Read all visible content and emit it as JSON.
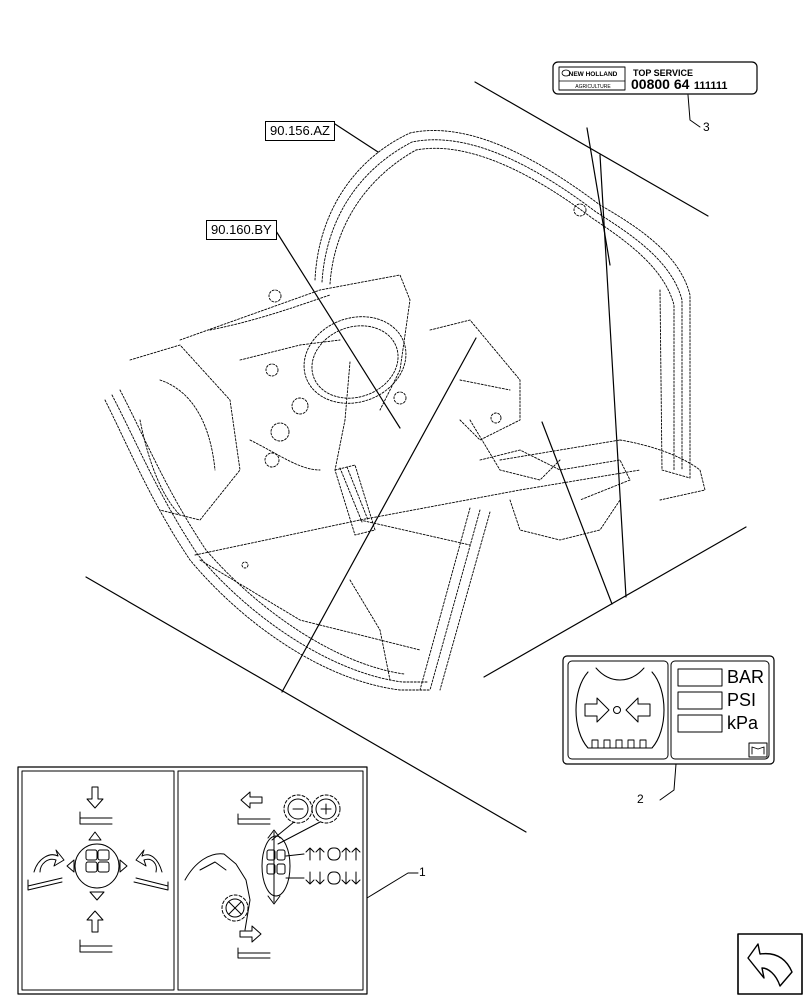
{
  "references": {
    "ref_a": "90.156.AZ",
    "ref_b": "90.160.BY"
  },
  "callouts": {
    "c1": "1",
    "c2": "2",
    "c3": "3"
  },
  "service_decal": {
    "brand": "NEW HOLLAND",
    "brand_sub": "AGRICULTURE",
    "title": "TOP SERVICE",
    "number_main": "00800 64",
    "number_tail": "111111"
  },
  "pressure_decal": {
    "units": [
      "BAR",
      "PSI",
      "kPa"
    ]
  },
  "icons": {
    "nav": "next-page-arrow-icon",
    "manual": "operator-manual-icon"
  },
  "colors": {
    "line": "#000000",
    "background": "#ffffff"
  }
}
